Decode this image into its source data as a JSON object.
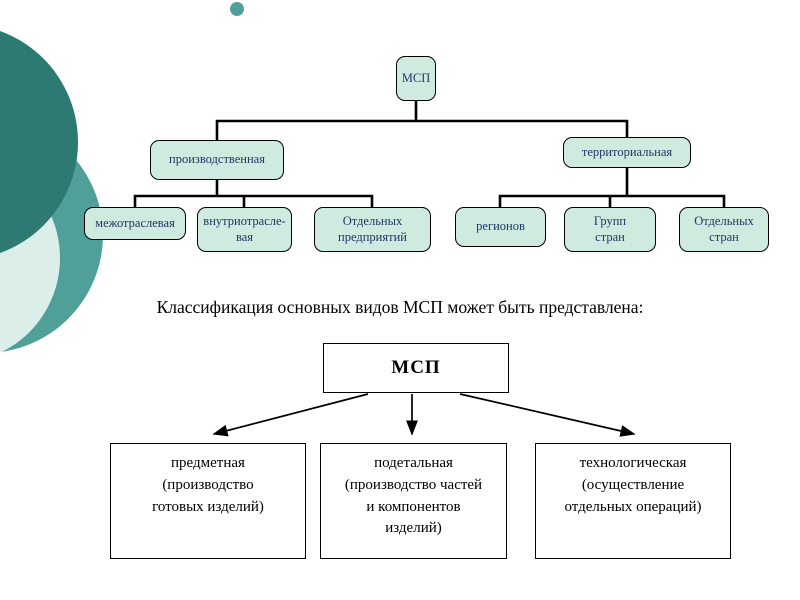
{
  "top_chart": {
    "type": "tree",
    "root": "МСП",
    "left_branch": {
      "label": "производственная",
      "children": [
        "межотраслевая",
        "внутриотрасле-\nвая",
        "Отдельных\nпредприятий"
      ]
    },
    "right_branch": {
      "label": "территориальная",
      "children": [
        "регионов",
        "Групп\nстран",
        "Отдельных\nстран"
      ]
    }
  },
  "caption": "Классификация основных видов МСП может быть представлена:",
  "bottom_chart": {
    "type": "tree",
    "root": "МСП",
    "children": [
      "предметная\n(производство\nготовых изделий)",
      "подетальная\n(производство частей\nи компонентов\nизделий)",
      "технологическая\n(осуществление\nотдельных операций)"
    ]
  },
  "colors": {
    "node_fill": "#cfeadf",
    "node_text": "#1f3864",
    "line": "#000000",
    "decor_dark": "#2d7a72",
    "decor_mid": "#4fa099",
    "decor_pale": "#dceeea"
  }
}
